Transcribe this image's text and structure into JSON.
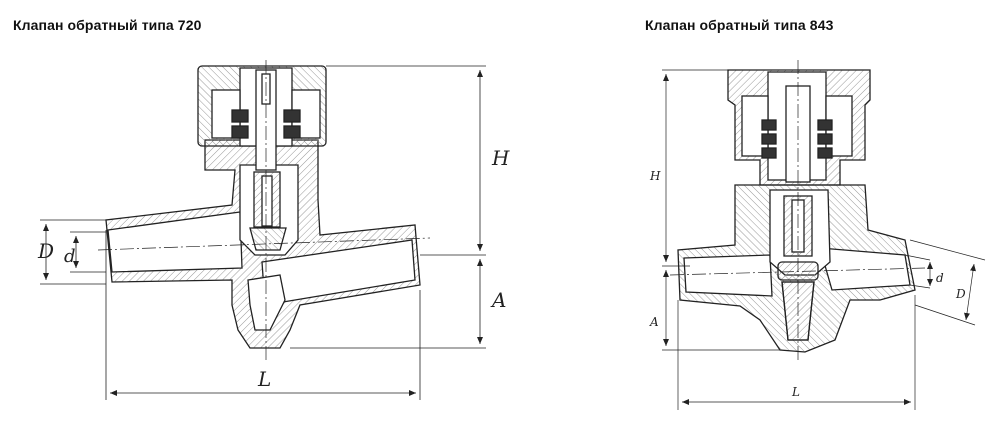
{
  "valve_720": {
    "title": "Клапан обратный типа 720",
    "dims": {
      "H": "H",
      "A": "A",
      "L": "L",
      "D": "D",
      "d": "d"
    }
  },
  "valve_843": {
    "title": "Клапан обратный типа 843",
    "dims": {
      "H": "H",
      "A": "A",
      "L": "L",
      "D": "D",
      "d": "d"
    }
  },
  "colors": {
    "line": "#222222",
    "hatch": "#9a9a9a",
    "background": "#ffffff"
  }
}
